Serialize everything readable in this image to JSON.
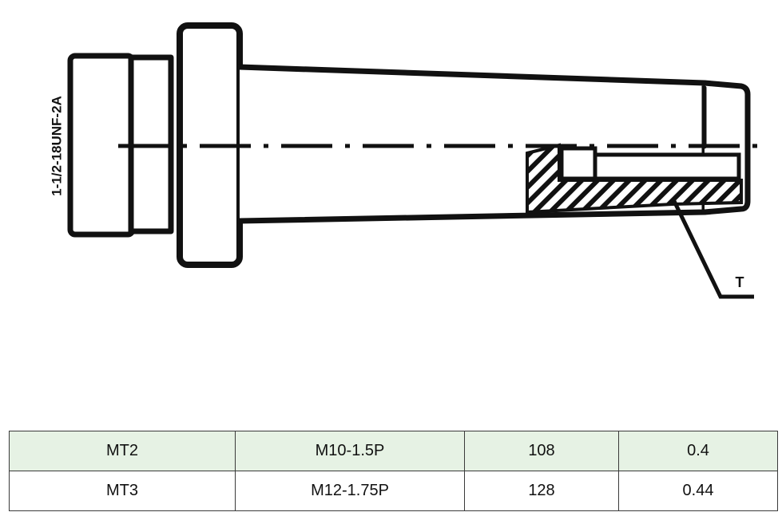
{
  "drawing": {
    "thread_label": "1-1/2-18UNF-2A",
    "callout_label": "T",
    "line_color": "#111111"
  },
  "table": {
    "row_shading": "#e6f2e4",
    "rows": [
      {
        "taper": "MT2",
        "thread": "M10-1.5P",
        "length": "108",
        "weight": "0.4"
      },
      {
        "taper": "MT3",
        "thread": "M12-1.75P",
        "length": "128",
        "weight": "0.44"
      }
    ]
  }
}
